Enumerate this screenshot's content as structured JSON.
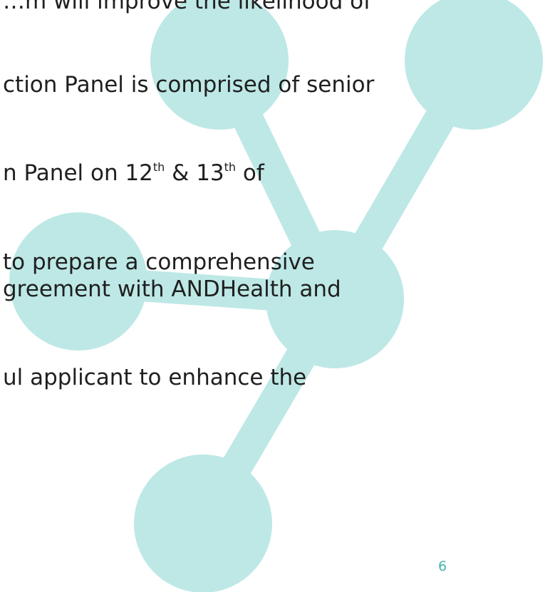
{
  "slide": {
    "accent_color": "#bde8e6",
    "page_number_color": "#3fb3ad",
    "decoration_icon": "molecule-network-graphic",
    "lines": [
      {
        "text": "…m will improve the likelihood of"
      },
      {
        "text": "ction Panel is comprised of senior"
      },
      {
        "prefix": "n Panel on 12",
        "sup1": "th",
        "middle": " & 13",
        "sup2": "th",
        "suffix": " of"
      },
      {
        "text": " to prepare a comprehensive"
      },
      {
        "text": "greement with ANDHealth and"
      },
      {
        "text": "ul applicant to enhance the"
      }
    ],
    "page_number": "6"
  }
}
